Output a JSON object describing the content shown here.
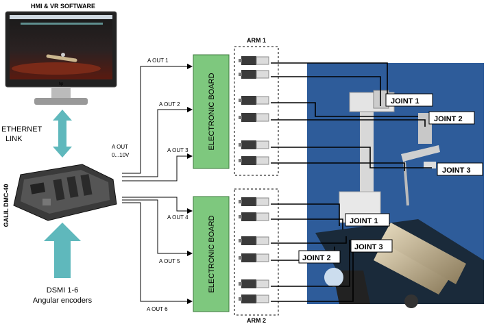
{
  "monitor": {
    "title": "HMI & VR SOFTWARE",
    "brand": "hp"
  },
  "ethernet": {
    "line1": "ETHERNET",
    "line2": "LINK"
  },
  "controller": {
    "label": "GALIL DMC-40"
  },
  "encoders": {
    "line1": "DSMI 1-6",
    "line2": "Angular encoders"
  },
  "aout": {
    "line1": "A OUT",
    "line2": "0...10V"
  },
  "outputs": [
    "A OUT 1",
    "A OUT 2",
    "A OUT 3",
    "A OUT 4",
    "A OUT 5",
    "A OUT 6"
  ],
  "boards": {
    "label": "ELECTRONIC BOARD"
  },
  "arms": {
    "arm1": "ARM 1",
    "arm2": "ARM 2"
  },
  "joints": {
    "upper": [
      "JOINT 1",
      "JOINT 2",
      "JOINT 3"
    ],
    "lower": [
      "JOINT 1",
      "JOINT 3",
      "JOINT 2"
    ]
  },
  "colors": {
    "board": "#7ec87e",
    "arrow": "#5fb8bc",
    "photo_bg": "#2e5c9a",
    "wire": "#000000"
  }
}
